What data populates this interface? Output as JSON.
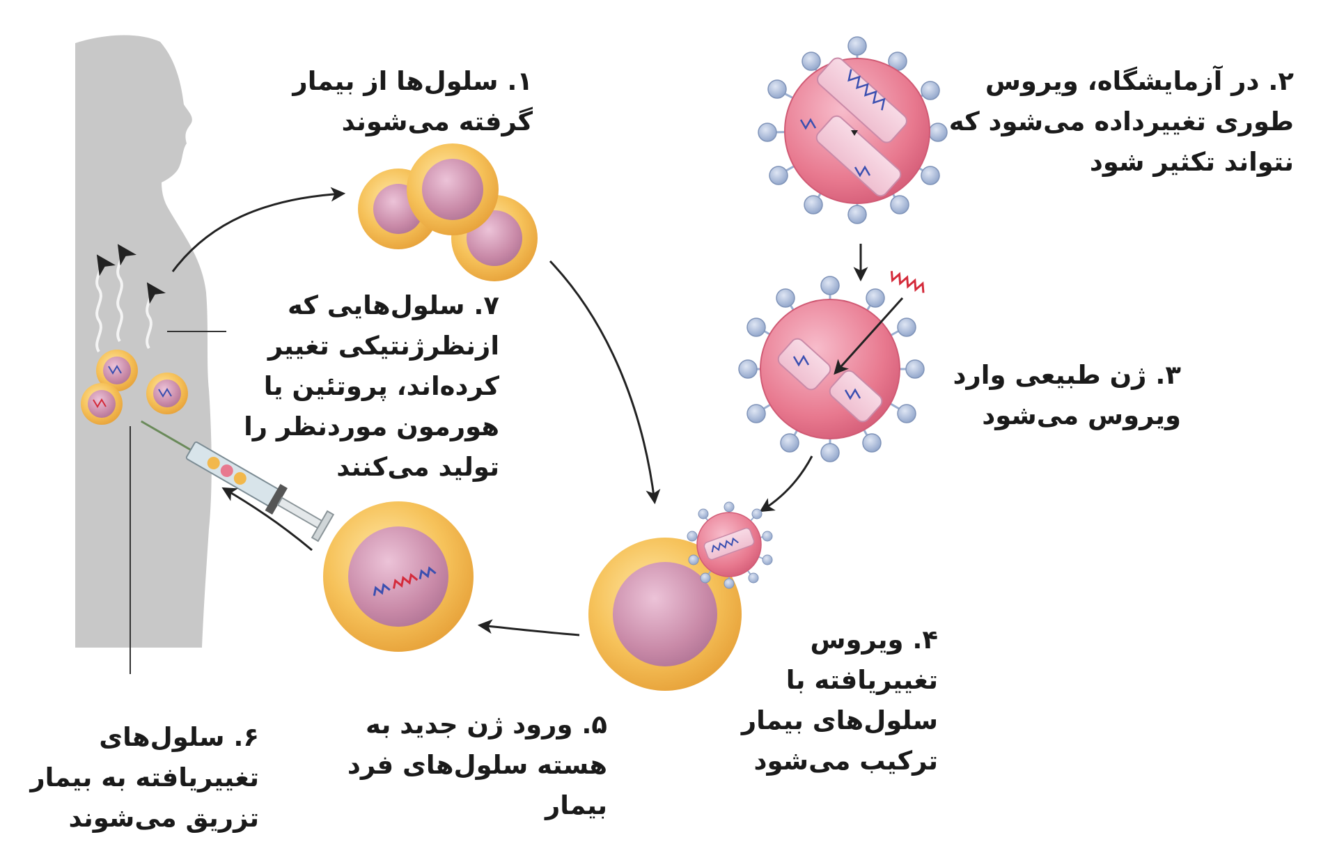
{
  "steps": {
    "step1": {
      "lines": [
        "۱. سلول‌ها از بیمار",
        "گرفته می‌شوند"
      ]
    },
    "step2": {
      "lines": [
        "۲. در آزمایشگاه، ویروس",
        "طوری تغییرداده می‌شود که",
        "نتواند تکثیر شود"
      ]
    },
    "step3": {
      "lines": [
        "۳. ژن طبیعی وارد",
        "ویروس می‌شود"
      ]
    },
    "step4": {
      "lines": [
        "۴. ویروس",
        "تغییریافته با",
        "سلول‌های بیمار",
        "ترکیب می‌شود"
      ]
    },
    "step5": {
      "lines": [
        "۵. ورود ژن جدید به",
        "هسته سلول‌های فرد",
        "بیمار"
      ]
    },
    "step6": {
      "lines": [
        "۶. سلول‌های",
        "تغییریافته به بیمار",
        "تزریق می‌شوند"
      ]
    },
    "step7": {
      "lines": [
        "۷. سلول‌هایی که",
        "ازنظرژنتیکی تغییر",
        "کرده‌اند، پروتئین یا",
        "هورمون موردنظر را",
        "تولید می‌کنند"
      ]
    }
  },
  "colors": {
    "body_silhouette": "#c8c8c8",
    "cell_cytoplasm": "#f2b84c",
    "cell_nucleus": "#c98aa8",
    "virus_body": "#e8798f",
    "virus_spike": "#9aaed0",
    "dna_blue": "#3a4fb0",
    "dna_red": "#d42a3a",
    "arrow": "#222222"
  }
}
